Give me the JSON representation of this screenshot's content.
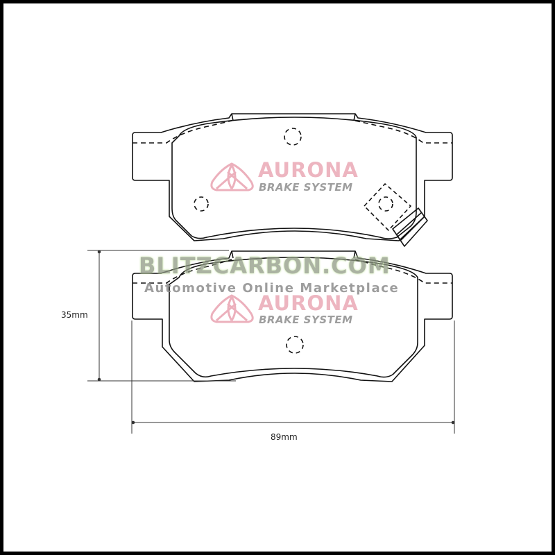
{
  "diagram": {
    "title": "Brake pad technical drawing",
    "views": [
      "top-pad-view",
      "bottom-pad-view"
    ],
    "dimensions": {
      "height_label": "35mm",
      "width_label": "89mm"
    }
  },
  "watermarks": {
    "brand": {
      "name": "AURONA",
      "subtitle": "BRAKE SYSTEM",
      "color": "#e9a3b1",
      "subtitle_color": "#8e8e8e"
    },
    "site": {
      "name": "BLITZCARBON.COM",
      "tagline": "Automotive Online Marketplace",
      "color": "#8f9a84",
      "glow_color": "#c8e6a6"
    }
  },
  "colors": {
    "line": "#111111",
    "frame": "#000000",
    "dimension_line": "#333333",
    "background": "#ffffff"
  }
}
